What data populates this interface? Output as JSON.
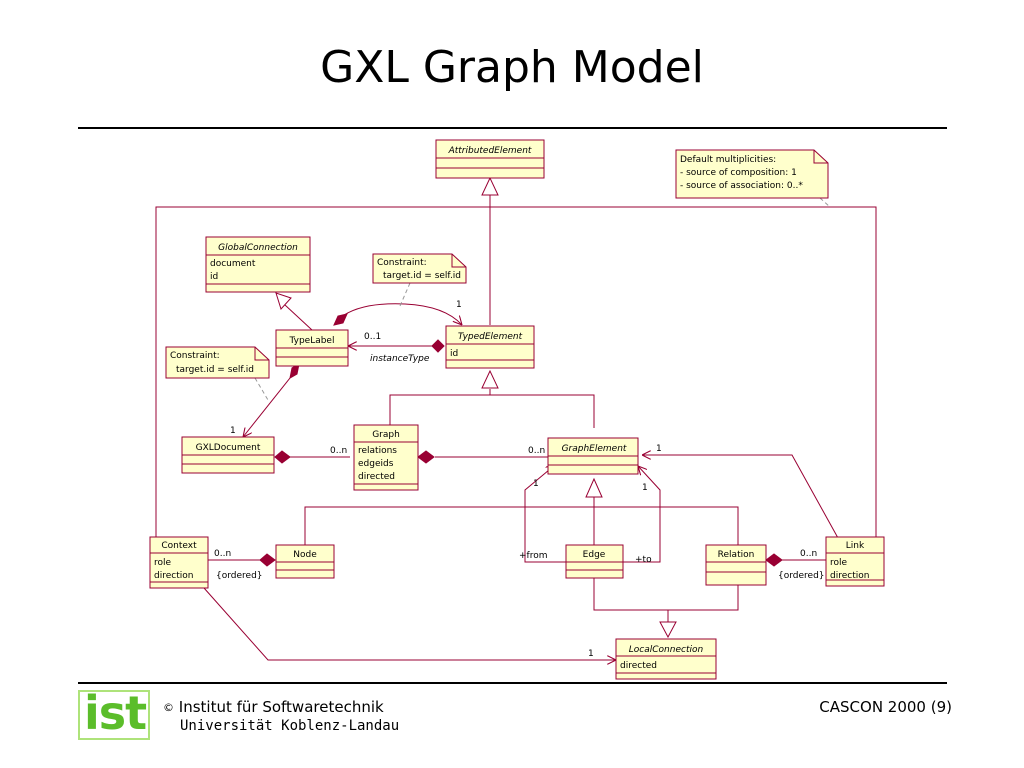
{
  "title": "GXL Graph Model",
  "footer": {
    "logo": "ist",
    "copyright_symbol": "©",
    "institute": "Institut für Softwaretechnik",
    "university": "Universität Koblenz-Landau",
    "conference": "CASCON 2000  (9)"
  },
  "colors": {
    "class_fill": "#ffffcc",
    "class_border": "#990033",
    "composition": "#990033",
    "logo": "#5bbd2a"
  },
  "classes": {
    "attributed_element": {
      "name": "AttributedElement",
      "abstract": true,
      "attributes": []
    },
    "global_connection": {
      "name": "GlobalConnection",
      "abstract": true,
      "attributes": [
        "document",
        "id"
      ]
    },
    "type_label": {
      "name": "TypeLabel",
      "abstract": false,
      "attributes": []
    },
    "typed_element": {
      "name": "TypedElement",
      "abstract": true,
      "attributes": [
        "id"
      ]
    },
    "gxl_document": {
      "name": "GXLDocument",
      "abstract": false,
      "attributes": []
    },
    "graph": {
      "name": "Graph",
      "abstract": false,
      "attributes": [
        "relations",
        "edgeids",
        "directed"
      ]
    },
    "graph_element": {
      "name": "GraphElement",
      "abstract": true,
      "attributes": []
    },
    "context": {
      "name": "Context",
      "abstract": false,
      "attributes": [
        "role",
        "direction"
      ]
    },
    "node": {
      "name": "Node",
      "abstract": false,
      "attributes": []
    },
    "edge": {
      "name": "Edge",
      "abstract": false,
      "attributes": []
    },
    "relation": {
      "name": "Relation",
      "abstract": false,
      "attributes": []
    },
    "link": {
      "name": "Link",
      "abstract": false,
      "attributes": [
        "role",
        "direction"
      ]
    },
    "local_connection": {
      "name": "LocalConnection",
      "abstract": true,
      "attributes": [
        "directed"
      ]
    }
  },
  "notes": {
    "multiplicities": [
      "Default multiplicities:",
      "- source of composition: 1",
      "- source of association: 0..*"
    ],
    "constraint_top": [
      "Constraint:",
      "target.id = self.id"
    ],
    "constraint_left": [
      "Constraint:",
      "target.id = self.id"
    ]
  },
  "labels": {
    "tl_te_mult": "0..1",
    "tl_te_role": "instanceType",
    "te_mult_top": "1",
    "gxl_mult": "1",
    "gxldoc_graph_mult": "0..n",
    "graph_ge_mult": "0..n",
    "ge_link_mult": "1",
    "edge_from_mult": "1",
    "edge_to_mult": "1",
    "from_role": "+from",
    "to_role": "+to",
    "ctx_node_mult": "0..n",
    "ctx_ordered": "{ordered}",
    "link_rel_mult": "0..n",
    "link_ordered": "{ordered}",
    "ctx_lc_mult": "1"
  }
}
